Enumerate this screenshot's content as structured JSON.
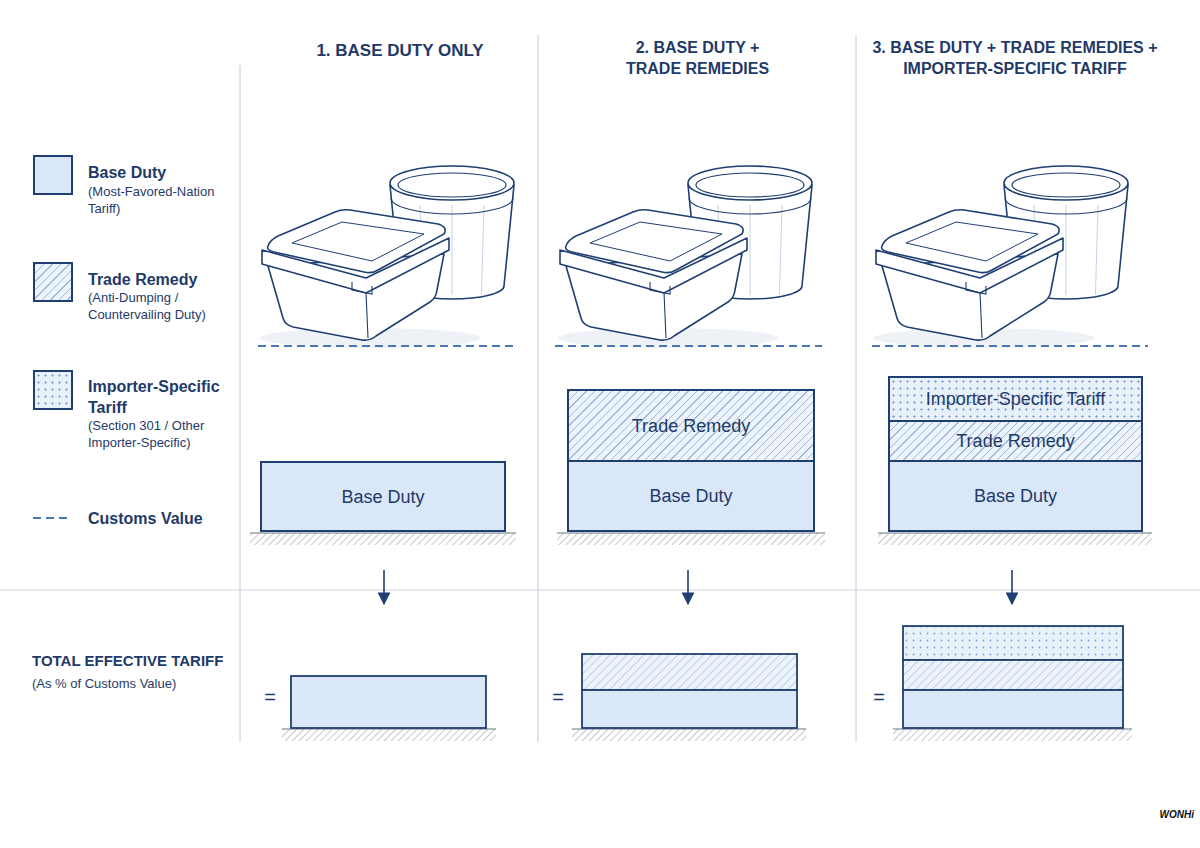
{
  "diagram": {
    "nodes": [
      {
        "text": [
          "Base Duty"
        ]
      },
      {
        "text": [
          "Trade Remedy"
        ]
      },
      {
        "text": [
          "Base Duty"
        ]
      },
      {
        "text": [
          "Importer-Specific Tariff"
        ]
      },
      {
        "text": [
          "Trade Remedy"
        ]
      },
      {
        "text": [
          "Base Duty"
        ]
      }
    ],
    "labels": [
      "1. BASE DUTY ONLY",
      "2. BASE DUTY + TRADE REMEDIES",
      "3. BASE DUTY + TRADE REMEDIES + IMPORTER-SPECIFIC TARIFF",
      "(Most-Favored-Nation Tariff)",
      "(Anti-Dumping / Countervailing Duty)",
      "(Section 301 / Other Importer-Specific)",
      "TOTAL EFFECTIVE TARIFF",
      "(As % of Customs Value)",
      "=",
      "=",
      "=",
      "WONHi"
    ],
    "legend": [
      {
        "text": "Base Duty",
        "color": "#d9e7f8"
      },
      {
        "text": "Trade Remedy"
      },
      {
        "text": "Importer-Specific Tariff"
      },
      {
        "text": "Customs Value"
      }
    ]
  }
}
